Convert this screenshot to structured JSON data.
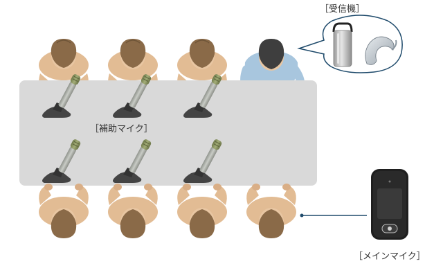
{
  "labels": {
    "receiver": "［受信機］",
    "auxiliary_mic": "［補助マイク］",
    "main_mic": "［メインマイク］"
  },
  "colors": {
    "table": "#d9d9d9",
    "skin": "#e5bf98",
    "hair": "#8a6a48",
    "listener_hair": "#3e3e3e",
    "listener_shirt": "#a8c6de",
    "mic_base": "#4a4a4a",
    "mic_body": "#a6a9a3",
    "connector": "#1e4a6b"
  },
  "icons": {
    "person": "person-topdown-icon",
    "table_mic": "table-microphone-icon",
    "receiver": "receiver-device-icon",
    "hearing_aid": "hearing-aid-icon",
    "main_mic": "main-microphone-device-icon"
  }
}
